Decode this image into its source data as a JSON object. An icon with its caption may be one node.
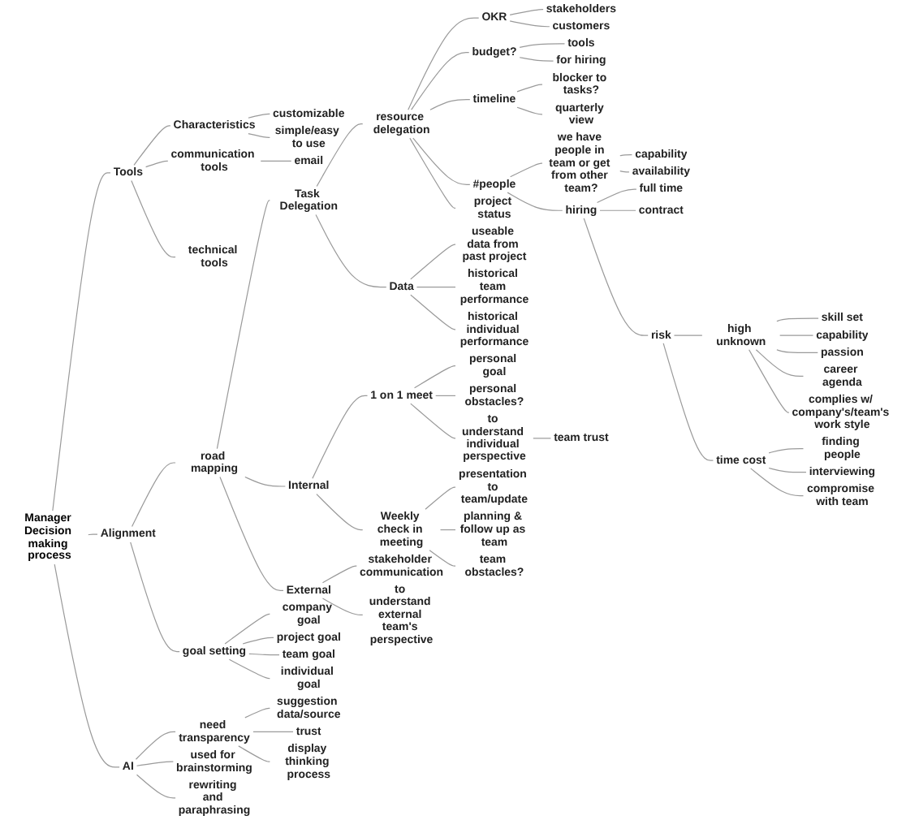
{
  "diagram": {
    "nodes": [
      {
        "text": [
          "Manager Decision making process"
        ]
      },
      {
        "text": [
          "Tools"
        ]
      },
      {
        "text": [
          "Characteristics"
        ]
      },
      {
        "text": [
          "customizable"
        ]
      },
      {
        "text": [
          "simple/easy to use"
        ]
      },
      {
        "text": [
          "communication tools"
        ]
      },
      {
        "text": [
          "email"
        ]
      },
      {
        "text": [
          "technical tools"
        ]
      },
      {
        "text": [
          "Alignment"
        ]
      },
      {
        "text": [
          "road mapping"
        ]
      },
      {
        "text": [
          "Task Delegation"
        ]
      },
      {
        "text": [
          "resource delegation"
        ]
      },
      {
        "text": [
          "OKR"
        ]
      },
      {
        "text": [
          "stakeholders"
        ]
      },
      {
        "text": [
          "customers"
        ]
      },
      {
        "text": [
          "budget?"
        ]
      },
      {
        "text": [
          "tools"
        ]
      },
      {
        "text": [
          "for hiring"
        ]
      },
      {
        "text": [
          "timeline"
        ]
      },
      {
        "text": [
          "blocker to tasks?"
        ]
      },
      {
        "text": [
          "quarterly view"
        ]
      },
      {
        "text": [
          "#people"
        ]
      },
      {
        "text": [
          "we have people in team or get from other team?"
        ]
      },
      {
        "text": [
          "capability"
        ]
      },
      {
        "text": [
          "availability"
        ]
      },
      {
        "text": [
          "hiring"
        ]
      },
      {
        "text": [
          "full time"
        ]
      },
      {
        "text": [
          "contract"
        ]
      },
      {
        "text": [
          "risk"
        ]
      },
      {
        "text": [
          "high unknown"
        ]
      },
      {
        "text": [
          "skill set"
        ]
      },
      {
        "text": [
          "capability"
        ]
      },
      {
        "text": [
          "passion"
        ]
      },
      {
        "text": [
          "career agenda"
        ]
      },
      {
        "text": [
          "complies w/ company's/team's work style"
        ]
      },
      {
        "text": [
          "time cost"
        ]
      },
      {
        "text": [
          "finding people"
        ]
      },
      {
        "text": [
          "interviewing"
        ]
      },
      {
        "text": [
          "compromise with team"
        ]
      },
      {
        "text": [
          "project status"
        ]
      },
      {
        "text": [
          "Data"
        ]
      },
      {
        "text": [
          "useable data from past project"
        ]
      },
      {
        "text": [
          "historical team performance"
        ]
      },
      {
        "text": [
          "historical individual performance"
        ]
      },
      {
        "text": [
          "Internal"
        ]
      },
      {
        "text": [
          "1 on 1 meet"
        ]
      },
      {
        "text": [
          "personal goal"
        ]
      },
      {
        "text": [
          "personal obstacles?"
        ]
      },
      {
        "text": [
          "to understand individual perspective"
        ]
      },
      {
        "text": [
          "team trust"
        ]
      },
      {
        "text": [
          "Weekly check in meeting"
        ]
      },
      {
        "text": [
          "presentation to team/update"
        ]
      },
      {
        "text": [
          "planning & follow up as team"
        ]
      },
      {
        "text": [
          "team obstacles?"
        ]
      },
      {
        "text": [
          "External"
        ]
      },
      {
        "text": [
          "stakeholder communication"
        ]
      },
      {
        "text": [
          "to understand external team's perspective"
        ]
      },
      {
        "text": [
          "goal setting"
        ]
      },
      {
        "text": [
          "company goal"
        ]
      },
      {
        "text": [
          "project goal"
        ]
      },
      {
        "text": [
          "team goal"
        ]
      },
      {
        "text": [
          "individual goal"
        ]
      },
      {
        "text": [
          "AI"
        ]
      },
      {
        "text": [
          "need transparency"
        ]
      },
      {
        "text": [
          "suggestion data/source"
        ]
      },
      {
        "text": [
          "trust"
        ]
      },
      {
        "text": [
          "display thinking process"
        ]
      },
      {
        "text": [
          "used for brainstorming"
        ]
      },
      {
        "text": [
          "rewriting and paraphrasing"
        ]
      }
    ],
    "edges": [
      {
        "from": 0,
        "to": 1,
        "arrow": "none"
      },
      {
        "from": 1,
        "to": 2,
        "arrow": "none"
      },
      {
        "from": 2,
        "to": 3,
        "arrow": "none"
      },
      {
        "from": 2,
        "to": 4,
        "arrow": "none"
      },
      {
        "from": 1,
        "to": 5,
        "arrow": "none"
      },
      {
        "from": 5,
        "to": 6,
        "arrow": "none"
      },
      {
        "from": 1,
        "to": 7,
        "arrow": "none"
      },
      {
        "from": 0,
        "to": 8,
        "arrow": "none"
      },
      {
        "from": 8,
        "to": 9,
        "arrow": "none"
      },
      {
        "from": 9,
        "to": 10,
        "arrow": "none"
      },
      {
        "from": 10,
        "to": 11,
        "arrow": "none"
      },
      {
        "from": 11,
        "to": 12,
        "arrow": "none"
      },
      {
        "from": 12,
        "to": 13,
        "arrow": "none"
      },
      {
        "from": 12,
        "to": 14,
        "arrow": "none"
      },
      {
        "from": 11,
        "to": 15,
        "arrow": "none"
      },
      {
        "from": 15,
        "to": 16,
        "arrow": "none"
      },
      {
        "from": 15,
        "to": 17,
        "arrow": "none"
      },
      {
        "from": 11,
        "to": 18,
        "arrow": "none"
      },
      {
        "from": 18,
        "to": 19,
        "arrow": "none"
      },
      {
        "from": 18,
        "to": 20,
        "arrow": "none"
      },
      {
        "from": 11,
        "to": 21,
        "arrow": "none"
      },
      {
        "from": 21,
        "to": 22,
        "arrow": "none"
      },
      {
        "from": 22,
        "to": 23,
        "arrow": "none"
      },
      {
        "from": 22,
        "to": 24,
        "arrow": "none"
      },
      {
        "from": 21,
        "to": 25,
        "arrow": "none"
      },
      {
        "from": 25,
        "to": 26,
        "arrow": "none"
      },
      {
        "from": 25,
        "to": 27,
        "arrow": "none"
      },
      {
        "from": 25,
        "to": 28,
        "arrow": "none"
      },
      {
        "from": 28,
        "to": 29,
        "arrow": "none"
      },
      {
        "from": 29,
        "to": 30,
        "arrow": "none"
      },
      {
        "from": 29,
        "to": 31,
        "arrow": "none"
      },
      {
        "from": 29,
        "to": 32,
        "arrow": "none"
      },
      {
        "from": 29,
        "to": 33,
        "arrow": "none"
      },
      {
        "from": 29,
        "to": 34,
        "arrow": "none"
      },
      {
        "from": 28,
        "to": 35,
        "arrow": "none"
      },
      {
        "from": 35,
        "to": 36,
        "arrow": "none"
      },
      {
        "from": 35,
        "to": 37,
        "arrow": "none"
      },
      {
        "from": 35,
        "to": 38,
        "arrow": "none"
      },
      {
        "from": 11,
        "to": 39,
        "arrow": "none"
      },
      {
        "from": 10,
        "to": 40,
        "arrow": "none"
      },
      {
        "from": 40,
        "to": 41,
        "arrow": "none"
      },
      {
        "from": 40,
        "to": 42,
        "arrow": "none"
      },
      {
        "from": 40,
        "to": 43,
        "arrow": "none"
      },
      {
        "from": 9,
        "to": 44,
        "arrow": "none"
      },
      {
        "from": 44,
        "to": 45,
        "arrow": "none"
      },
      {
        "from": 45,
        "to": 46,
        "arrow": "none"
      },
      {
        "from": 45,
        "to": 47,
        "arrow": "none"
      },
      {
        "from": 45,
        "to": 48,
        "arrow": "none"
      },
      {
        "from": 48,
        "to": 49,
        "arrow": "none"
      },
      {
        "from": 44,
        "to": 50,
        "arrow": "none"
      },
      {
        "from": 50,
        "to": 51,
        "arrow": "none"
      },
      {
        "from": 50,
        "to": 52,
        "arrow": "none"
      },
      {
        "from": 50,
        "to": 53,
        "arrow": "none"
      },
      {
        "from": 9,
        "to": 54,
        "arrow": "none"
      },
      {
        "from": 54,
        "to": 55,
        "arrow": "none"
      },
      {
        "from": 54,
        "to": 56,
        "arrow": "none"
      },
      {
        "from": 8,
        "to": 57,
        "arrow": "none"
      },
      {
        "from": 57,
        "to": 58,
        "arrow": "none"
      },
      {
        "from": 57,
        "to": 59,
        "arrow": "none"
      },
      {
        "from": 57,
        "to": 60,
        "arrow": "none"
      },
      {
        "from": 57,
        "to": 61,
        "arrow": "none"
      },
      {
        "from": 0,
        "to": 62,
        "arrow": "none"
      },
      {
        "from": 62,
        "to": 63,
        "arrow": "none"
      },
      {
        "from": 63,
        "to": 64,
        "arrow": "none"
      },
      {
        "from": 63,
        "to": 65,
        "arrow": "none"
      },
      {
        "from": 63,
        "to": 66,
        "arrow": "none"
      },
      {
        "from": 62,
        "to": 67,
        "arrow": "none"
      },
      {
        "from": 62,
        "to": 68,
        "arrow": "none"
      }
    ]
  }
}
